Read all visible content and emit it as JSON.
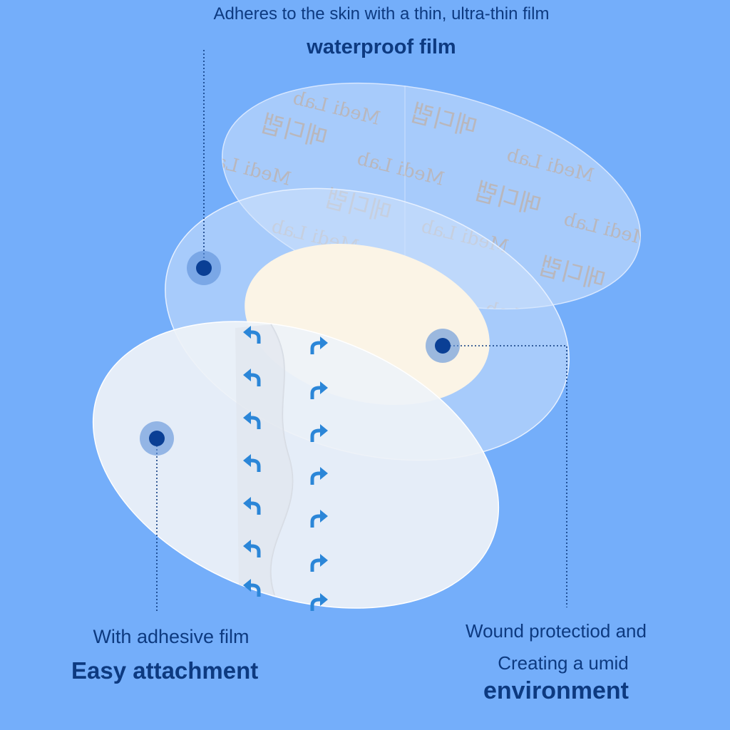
{
  "top_caption": {
    "line1": "Adheres to the skin with a thin, ultra-thin film",
    "title": "waterproof film"
  },
  "left_caption": {
    "line1": "With adhesive film",
    "title": "Easy attachment"
  },
  "right_caption": {
    "line1": "Wound protectiod and",
    "line2": "Creating a umid",
    "title": "environment"
  },
  "watermark": {
    "brand_en": "Medi Lab",
    "brand_ko": "메디랩"
  },
  "colors": {
    "background": "#74aefa",
    "text": "#0d3a80",
    "dot": "#0a3f95",
    "arrow": "#2b86d8",
    "pad": "#fbf4e6"
  }
}
